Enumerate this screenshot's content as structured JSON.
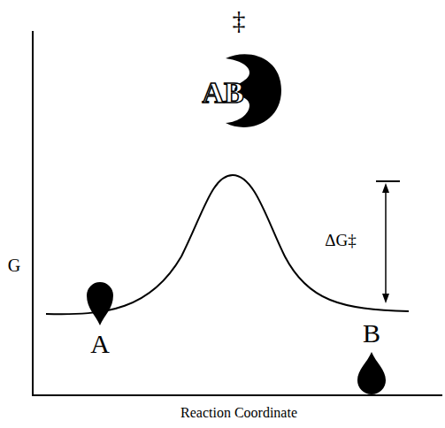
{
  "diagram": {
    "nodes": [
      {
        "text": [
          "‡",
          "AB"
        ]
      },
      {
        "text": [
          "A"
        ]
      },
      {
        "text": [
          "B"
        ]
      }
    ],
    "labels": [
      "G",
      "ΔG‡",
      "Reaction Coordinate"
    ]
  }
}
